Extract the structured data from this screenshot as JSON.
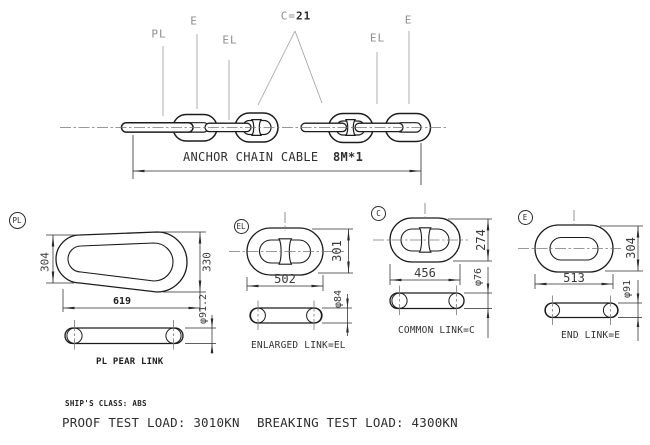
{
  "top_labels": {
    "pl": "PL",
    "e_left": "E",
    "el_left": "EL",
    "c_prefix": "C=",
    "c_value": "21",
    "el_right": "EL",
    "e_right": "E"
  },
  "assembly": {
    "caption": "ANCHOR CHAIN CABLE",
    "length": "8M*1"
  },
  "details": {
    "pl": {
      "badge": "PL",
      "dim_left": "304",
      "dim_right": "330",
      "dim_width": "619",
      "dim_dia": "φ91.2",
      "caption": "PL PEAR LINK"
    },
    "el": {
      "badge": "EL",
      "dim_height": "301",
      "dim_width": "502",
      "dim_dia": "φ84",
      "caption": "ENLARGED LINK=EL"
    },
    "c": {
      "badge": "C",
      "dim_height": "274",
      "dim_width": "456",
      "dim_dia": "φ76",
      "caption": "COMMON LINK=C"
    },
    "e": {
      "badge": "E",
      "dim_height": "304",
      "dim_width": "513",
      "dim_dia": "φ91",
      "caption": "END LINK=E"
    }
  },
  "footer": {
    "ship_class": "SHIP'S CLASS: ABS",
    "proof": "PROOF TEST LOAD: 3010KN",
    "breaking": "BREAKING TEST LOAD: 4300KN"
  },
  "colors": {
    "line": "#1c1c1c",
    "dim_line": "#2b2b2b",
    "centerline": "#777777",
    "leader": "#999999",
    "muted_label": "#8c8c8c",
    "background": "#ffffff"
  }
}
